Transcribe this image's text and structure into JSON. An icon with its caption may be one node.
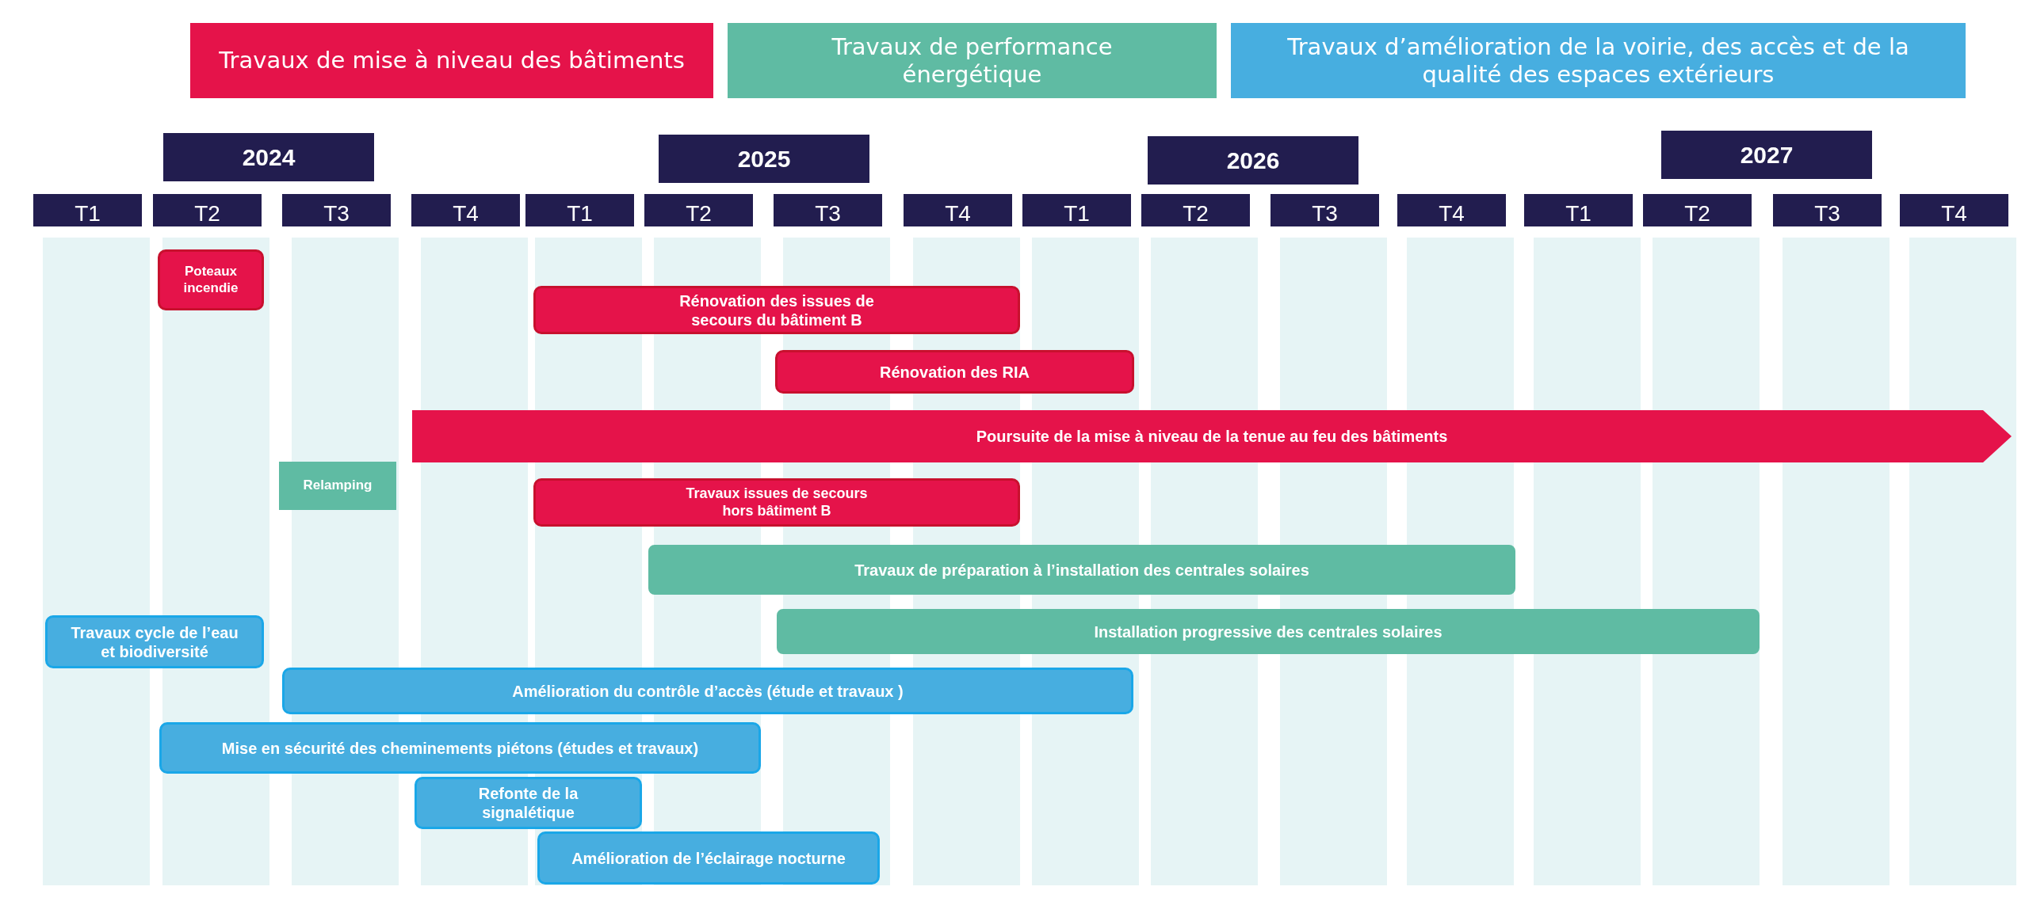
{
  "diagram": {
    "nodes": [
      {
        "text": [
          "Travaux de mise à niveau des bâtiments"
        ]
      },
      {
        "text": [
          "Travaux de performance énergétique"
        ]
      },
      {
        "text": [
          "Travaux d’amélioration de la voirie, des accès et de la qualité des espaces extérieurs"
        ]
      },
      {
        "text": [
          "2024"
        ]
      },
      {
        "text": [
          "2025"
        ]
      },
      {
        "text": [
          "2026"
        ]
      },
      {
        "text": [
          "2027"
        ]
      },
      {
        "text": [
          "T1"
        ]
      },
      {
        "text": [
          "T2"
        ]
      },
      {
        "text": [
          "T3"
        ]
      },
      {
        "text": [
          "T4"
        ]
      },
      {
        "text": [
          "T1"
        ]
      },
      {
        "text": [
          "T2"
        ]
      },
      {
        "text": [
          "T3"
        ]
      },
      {
        "text": [
          "T4"
        ]
      },
      {
        "text": [
          "T1"
        ]
      },
      {
        "text": [
          "T2"
        ]
      },
      {
        "text": [
          "T3"
        ]
      },
      {
        "text": [
          "T4"
        ]
      },
      {
        "text": [
          "T1"
        ]
      },
      {
        "text": [
          "T2"
        ]
      },
      {
        "text": [
          "T3"
        ]
      },
      {
        "text": [
          "T4"
        ]
      },
      {
        "text": [
          "Poteaux incendie"
        ]
      },
      {
        "text": [
          "Rénovation des issues de secours du bâtiment B"
        ]
      },
      {
        "text": [
          "Rénovation des RIA"
        ]
      },
      {
        "text": [
          "Poursuite de la mise à niveau de la tenue au feu des bâtiments"
        ]
      },
      {
        "text": [
          "Relamping"
        ]
      },
      {
        "text": [
          "Travaux issues de secours hors bâtiment B"
        ]
      },
      {
        "text": [
          "Travaux de préparation à l’installation des centrales solaires"
        ]
      },
      {
        "text": [
          "Travaux cycle de l’eau et biodiversité"
        ]
      },
      {
        "text": [
          "Installation progressive des centrales solaires"
        ]
      },
      {
        "text": [
          "Amélioration du contrôle d’accès (étude et travaux )"
        ]
      },
      {
        "text": [
          "Mise en sécurité des cheminements piétons (études et travaux)"
        ]
      },
      {
        "text": [
          "Refonte de la signalétique"
        ]
      },
      {
        "text": [
          "Amélioration de l’éclairage nocturne"
        ]
      }
    ]
  }
}
